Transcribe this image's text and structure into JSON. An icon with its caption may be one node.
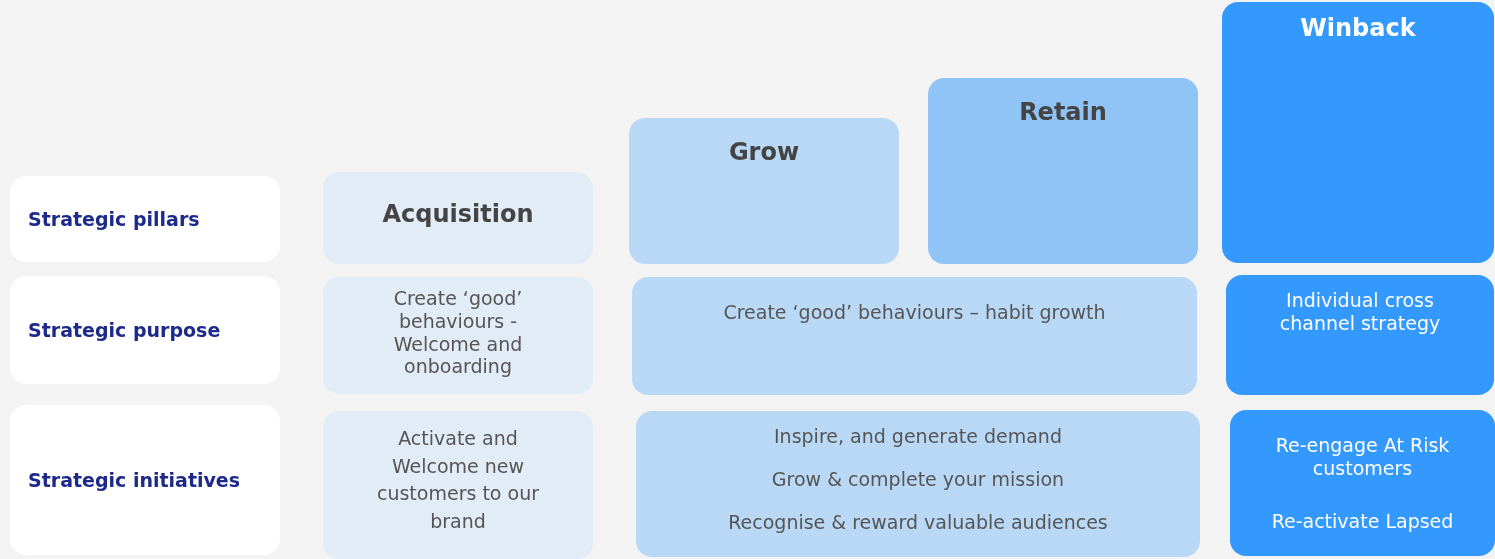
{
  "diagram": {
    "nodes": [
      {
        "text": [
          "Winback"
        ]
      },
      {
        "text": [
          "Retain"
        ]
      },
      {
        "text": [
          "Grow"
        ]
      },
      {
        "text": [
          "Strategic pillars"
        ]
      },
      {
        "text": [
          "Acquisition"
        ]
      },
      {
        "text": [
          "Strategic purpose"
        ]
      },
      {
        "text": [
          "Create ‘good’ behaviours - Welcome and onboarding"
        ]
      },
      {
        "text": [
          "Create ‘good’ behaviours – habit growth"
        ]
      },
      {
        "text": [
          "Individual cross channel strategy"
        ]
      },
      {
        "text": [
          "Strategic initiatives"
        ]
      },
      {
        "text": [
          "Activate and Welcome new customers to our brand"
        ]
      },
      {
        "text": [
          "Inspire, and generate demand",
          "Grow & complete your mission",
          "Recognise & reward valuable audiences"
        ]
      },
      {
        "text": [
          "Re-engage At Risk customers",
          "Re-activate Lapsed"
        ]
      }
    ]
  }
}
